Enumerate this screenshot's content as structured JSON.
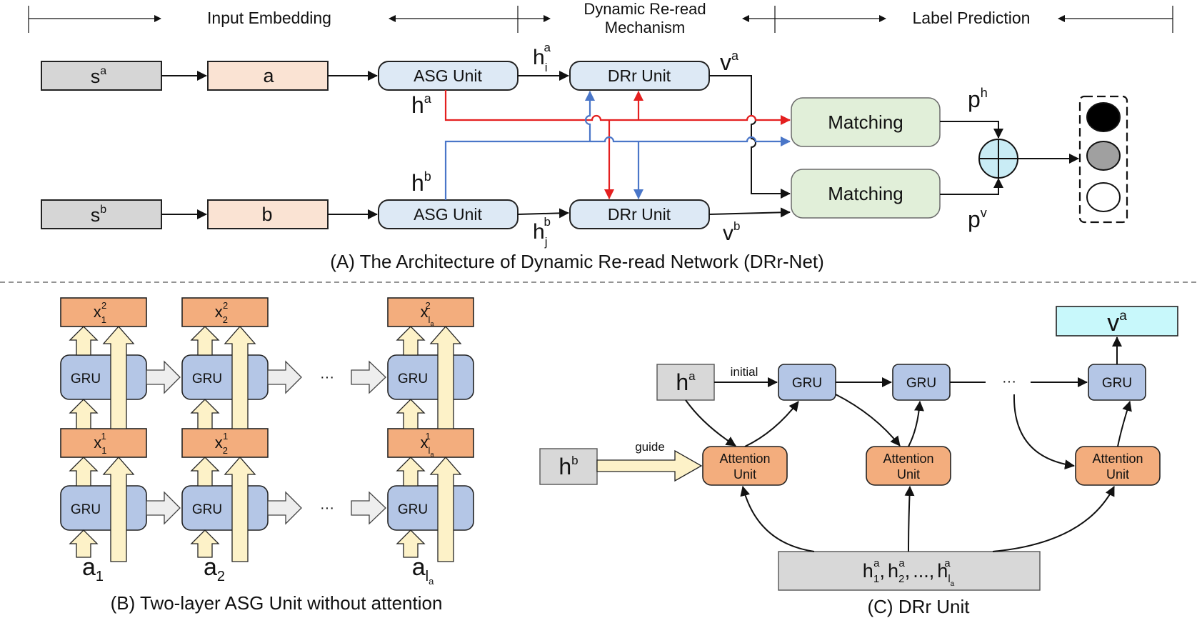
{
  "header": {
    "input_embedding": "Input Embedding",
    "dynamic_reread_line1": "Dynamic Re-read",
    "dynamic_reread_line2": "Mechanism",
    "label_prediction": "Label Prediction"
  },
  "part_a": {
    "caption": "(A) The Architecture of Dynamic Re-read Network (DRr-Net)",
    "sa": {
      "base": "s",
      "sup": "a"
    },
    "sb": {
      "base": "s",
      "sup": "b"
    },
    "a": "a",
    "b": "b",
    "asg_unit": "ASG Unit",
    "drr_unit": "DRr Unit",
    "matching": "Matching",
    "hi_a": {
      "base": "h",
      "sub": "i",
      "sup": "a"
    },
    "hj_b": {
      "base": "h",
      "sub": "j",
      "sup": "b"
    },
    "ha": {
      "base": "h",
      "sup": "a"
    },
    "hb": {
      "base": "h",
      "sup": "b"
    },
    "va": {
      "base": "v",
      "sup": "a"
    },
    "vb": {
      "base": "v",
      "sup": "b"
    },
    "ph": {
      "base": "p",
      "sup": "h"
    },
    "pv": {
      "base": "p",
      "sup": "v"
    },
    "colors": {
      "red_path": "#e41f1f",
      "blue_path": "#4a76c8",
      "circle_black": "#000000",
      "circle_gray": "#a0a0a0",
      "circle_white": "#ffffff"
    }
  },
  "part_b": {
    "caption": "(B) Two-layer ASG Unit without attention",
    "gru": "GRU",
    "ellipsis": "···",
    "x_top": [
      {
        "base": "x",
        "sub": "1",
        "sup": "2"
      },
      {
        "base": "x",
        "sub": "2",
        "sup": "2"
      },
      {
        "base": "x",
        "sub": "l",
        "subsub": "a",
        "sup": "2"
      }
    ],
    "x_mid": [
      {
        "base": "x",
        "sub": "1",
        "sup": "1"
      },
      {
        "base": "x",
        "sub": "2",
        "sup": "1"
      },
      {
        "base": "x",
        "sub": "l",
        "subsub": "a",
        "sup": "1"
      }
    ],
    "inputs": [
      {
        "base": "a",
        "sub": "1"
      },
      {
        "base": "a",
        "sub": "2"
      },
      {
        "base": "a",
        "sub": "l",
        "subsub": "a"
      }
    ]
  },
  "part_c": {
    "caption": "(C) DRr Unit",
    "gru": "GRU",
    "attention_line1": "Attention",
    "attention_line2": "Unit",
    "initial": "initial",
    "guide": "guide",
    "ellipsis": "···",
    "ha": {
      "base": "h",
      "sup": "a"
    },
    "hb": {
      "base": "h",
      "sup": "b"
    },
    "va": {
      "base": "v",
      "sup": "a"
    },
    "hseq": {
      "h1": "h",
      "h1_sub": "1",
      "h2": "h",
      "h2_sub": "2",
      "sep": ",",
      "dots": "...",
      "hl": "h",
      "hl_sub": "l",
      "hl_subsub": "a",
      "sup": "a"
    }
  }
}
